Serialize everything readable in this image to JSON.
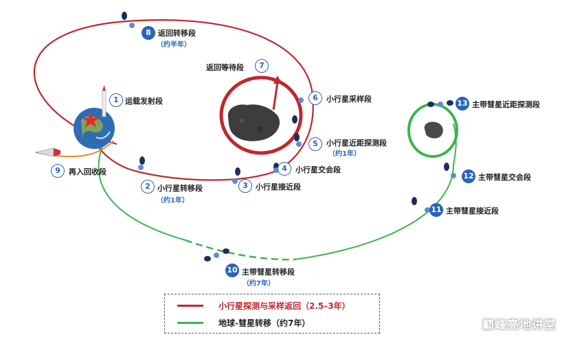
{
  "stages": {
    "s1": {
      "num": "1",
      "label": "运载发射段"
    },
    "s2": {
      "num": "2",
      "label": "小行星转移段",
      "duration": "（约1年）"
    },
    "s3": {
      "num": "3",
      "label": "小行星接近段"
    },
    "s4": {
      "num": "4",
      "label": "小行星交会段"
    },
    "s5": {
      "num": "5",
      "label": "小行星近距探测段",
      "duration": "（约1年）"
    },
    "s6": {
      "num": "6",
      "label": "小行星采样段"
    },
    "s7": {
      "num": "7",
      "label": "返回等待段"
    },
    "s8": {
      "num": "8",
      "label": "返回转移段",
      "duration": "（约半年）"
    },
    "s9": {
      "num": "9",
      "label": "再入回收段"
    },
    "s10": {
      "num": "10",
      "label": "主带彗星转移段",
      "duration": "（约7年）"
    },
    "s11": {
      "num": "11",
      "label": "主带彗星接近段"
    },
    "s12": {
      "num": "12",
      "label": "主带彗星交会段"
    },
    "s13": {
      "num": "13",
      "label": "主带彗星近距探测段"
    }
  },
  "legend": {
    "red": {
      "label": "小行星探测与采样返回（2.5–3年）",
      "color": "#c0272d"
    },
    "green": {
      "label": "地球-彗星转移（约7年）",
      "color": "#3bb54a"
    }
  },
  "watermark": "巅峰高地讲堂",
  "colors": {
    "blue": "#2a63b8",
    "red": "#c0272d",
    "green": "#3bb54a"
  }
}
